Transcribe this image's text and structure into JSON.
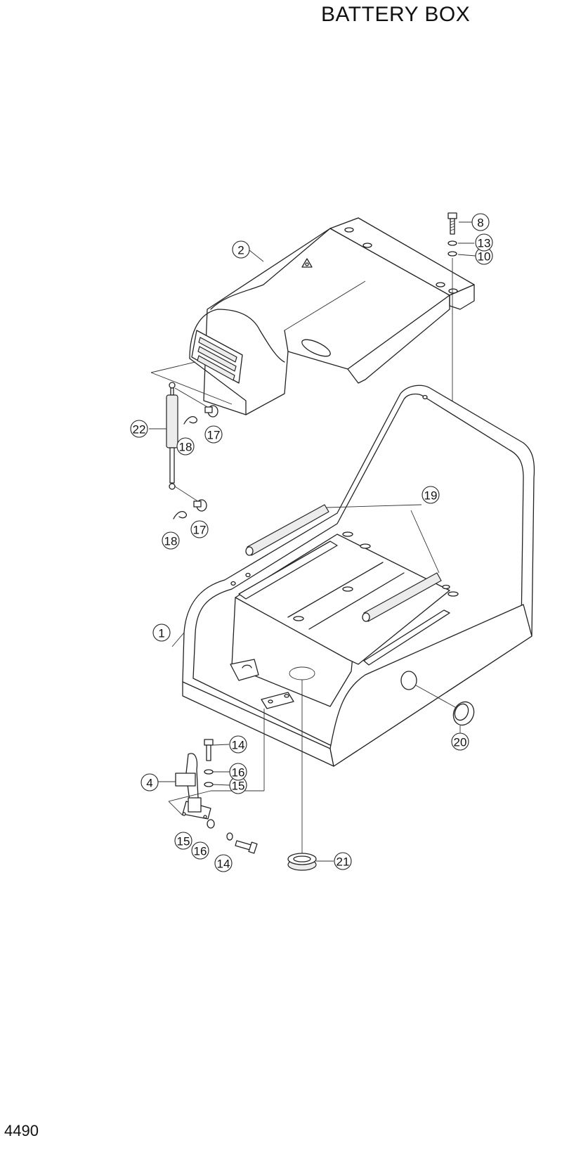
{
  "title": "BATTERY BOX",
  "page_number": "4490",
  "callouts": [
    {
      "name": "part-1",
      "label": "1"
    },
    {
      "name": "part-2",
      "label": "2"
    },
    {
      "name": "part-4",
      "label": "4"
    },
    {
      "name": "part-8",
      "label": "8"
    },
    {
      "name": "part-10",
      "label": "10"
    },
    {
      "name": "part-13",
      "label": "13"
    },
    {
      "name": "part-14-a",
      "label": "14"
    },
    {
      "name": "part-14-b",
      "label": "14"
    },
    {
      "name": "part-15-a",
      "label": "15"
    },
    {
      "name": "part-15-b",
      "label": "15"
    },
    {
      "name": "part-16-a",
      "label": "16"
    },
    {
      "name": "part-16-b",
      "label": "16"
    },
    {
      "name": "part-17-a",
      "label": "17"
    },
    {
      "name": "part-17-b",
      "label": "17"
    },
    {
      "name": "part-18-a",
      "label": "18"
    },
    {
      "name": "part-18-b",
      "label": "18"
    },
    {
      "name": "part-19",
      "label": "19"
    },
    {
      "name": "part-20",
      "label": "20"
    },
    {
      "name": "part-21",
      "label": "21"
    },
    {
      "name": "part-22",
      "label": "22"
    }
  ]
}
